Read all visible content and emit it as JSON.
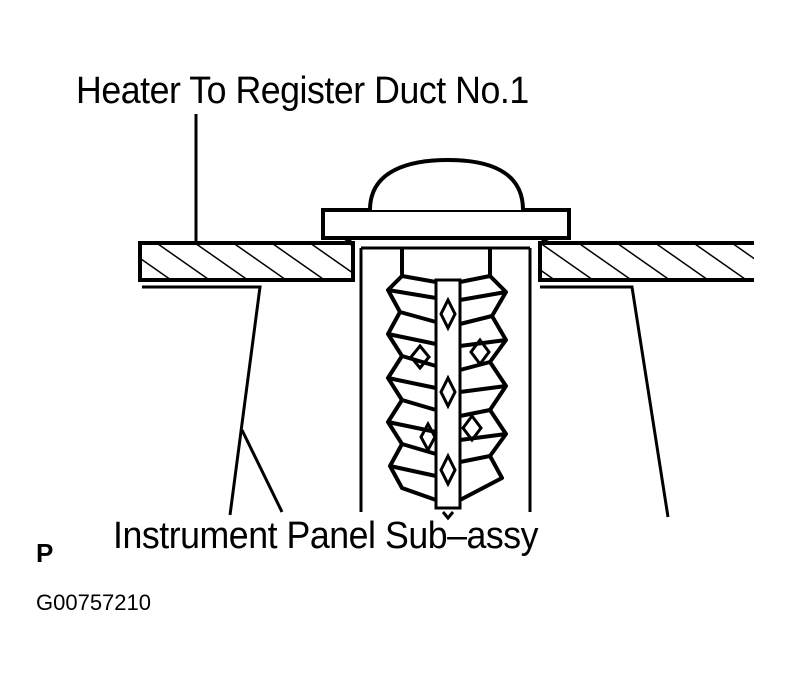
{
  "labels": {
    "top": "Heater To Register Duct No.1",
    "bottom": "Instrument Panel Sub–assy",
    "view": "P",
    "figure_code": "G00757210"
  },
  "colors": {
    "ink": "#000000",
    "paper": "#ffffff"
  }
}
